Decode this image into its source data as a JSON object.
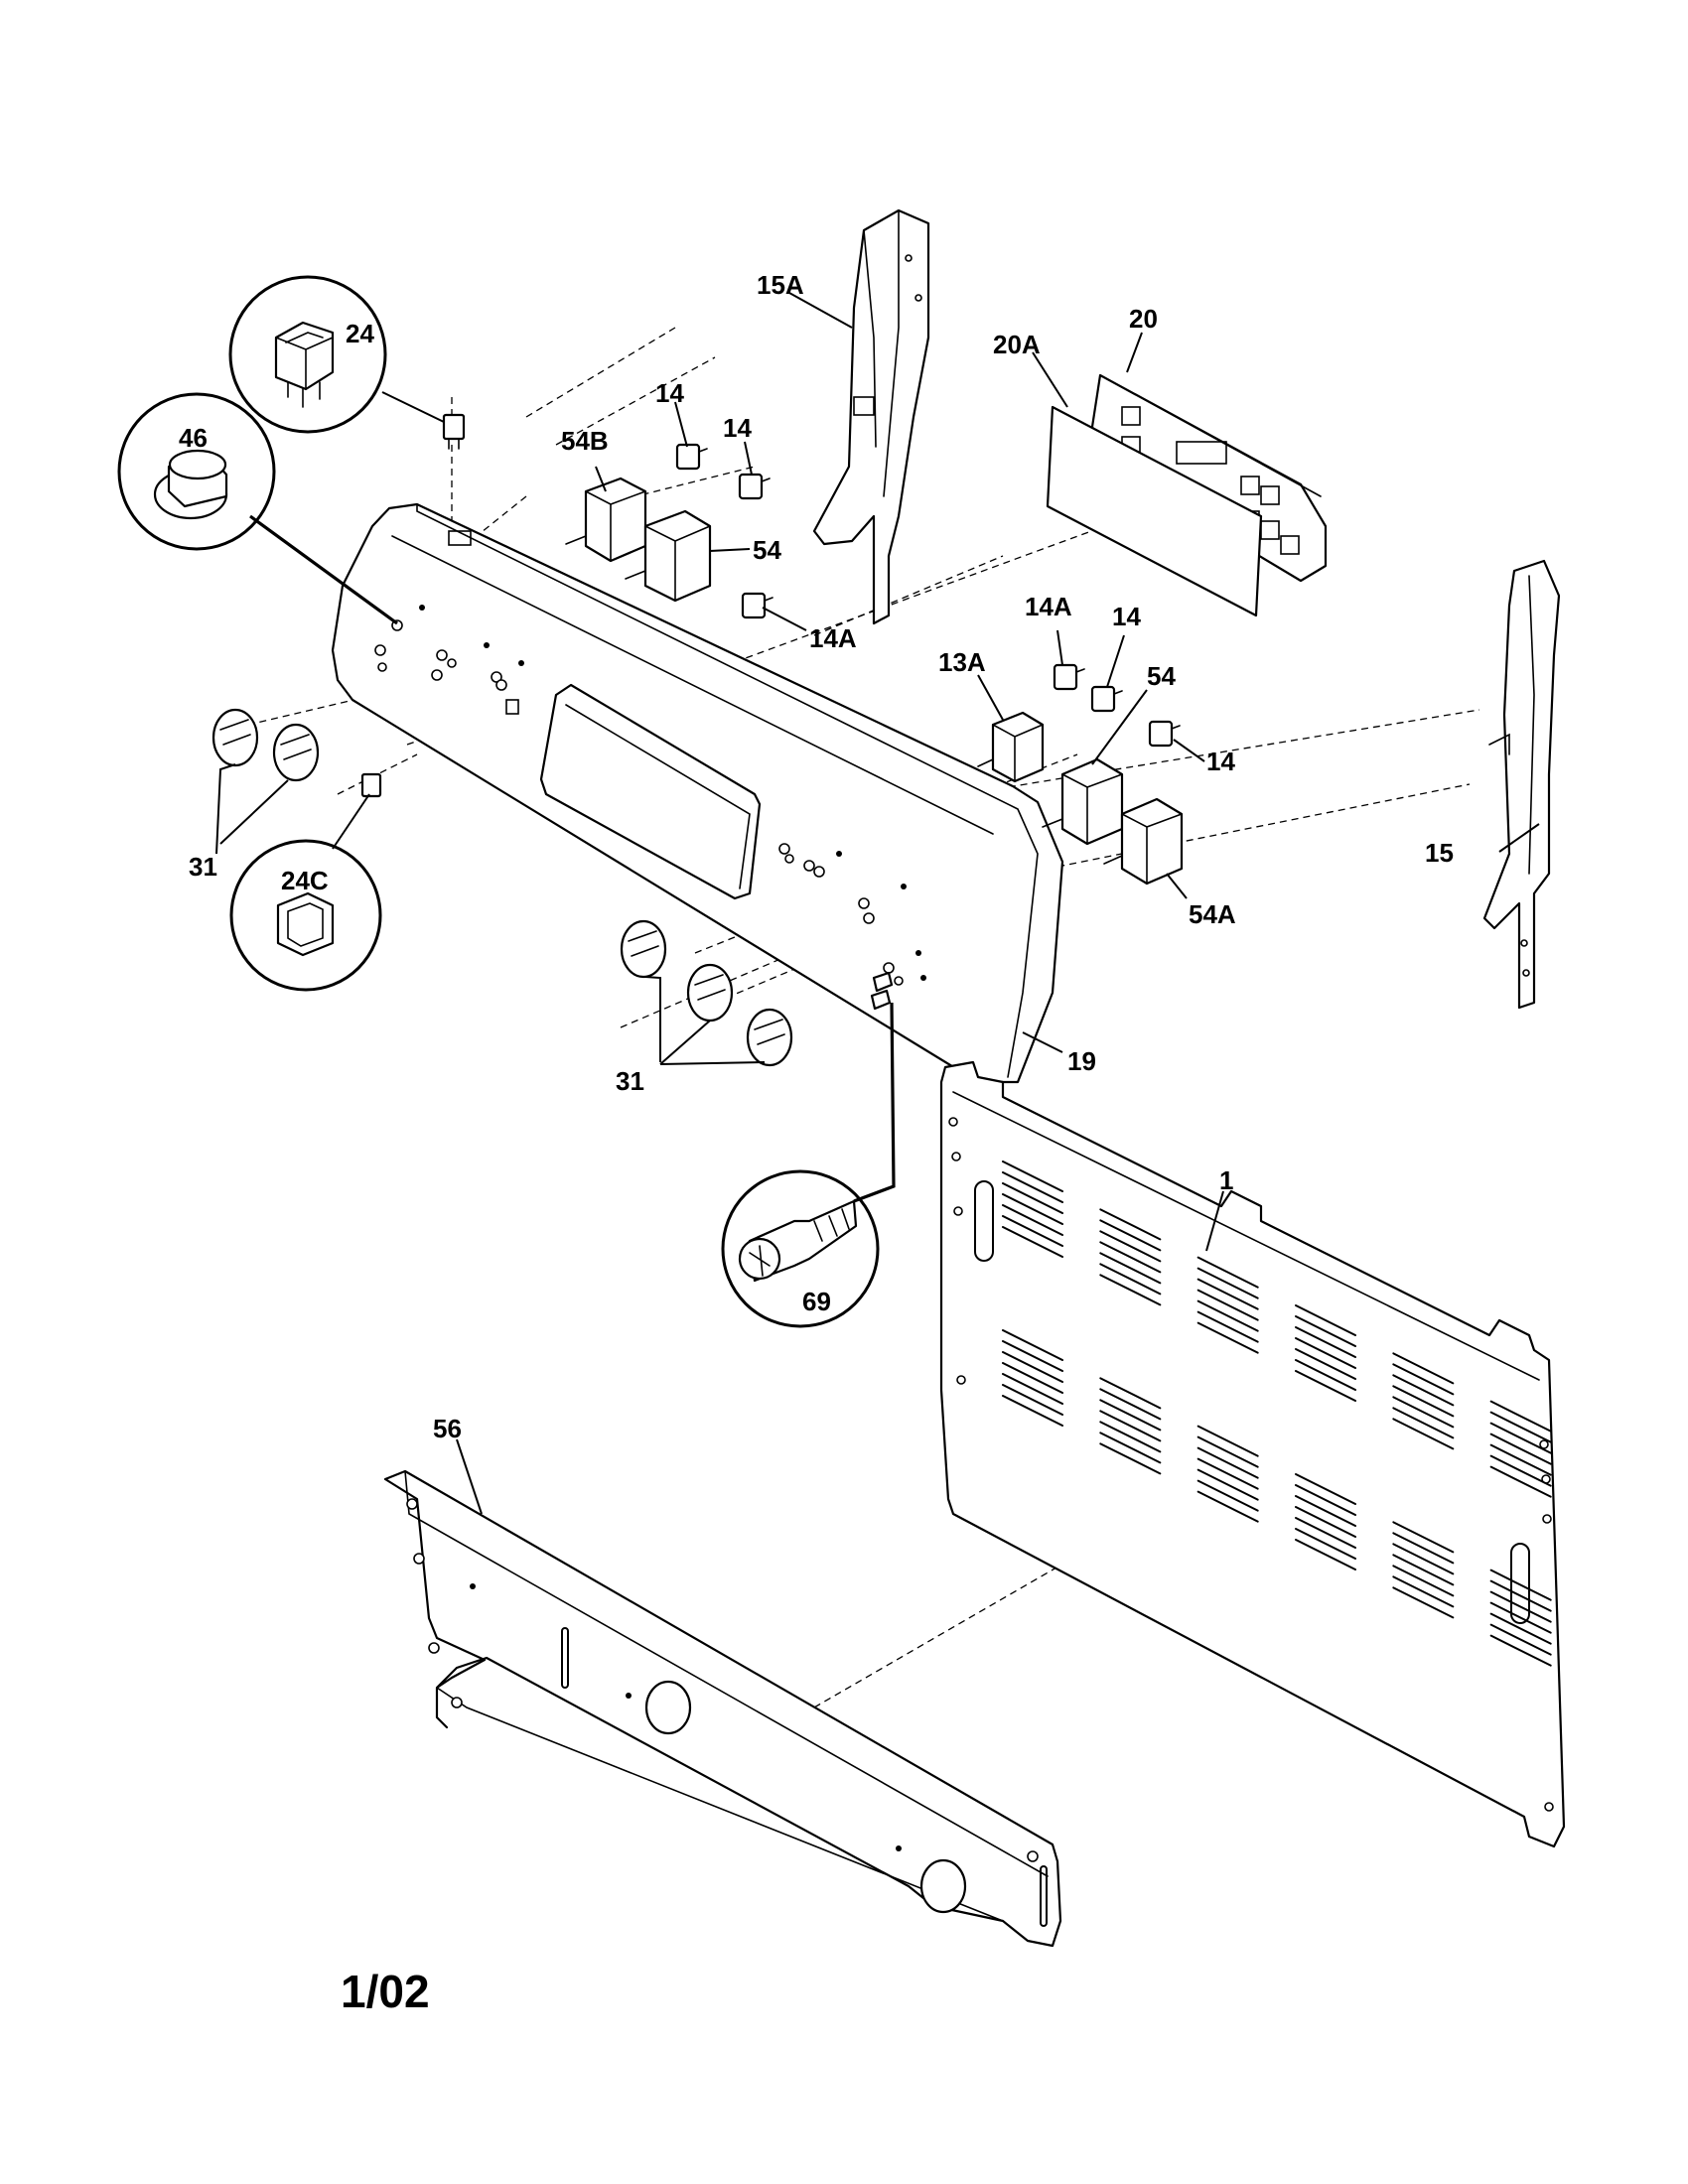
{
  "labels": {
    "p15A": "15A",
    "p20": "20",
    "p20A": "20A",
    "p24": "24",
    "p46": "46",
    "p14a": "14",
    "p14b": "14",
    "p54B": "54B",
    "p54a": "54",
    "p14A_upper": "14A",
    "p14A_right": "14A",
    "p14_right": "14",
    "p13A": "13A",
    "p54_right": "54",
    "p14_far": "14",
    "p15": "15",
    "p31_left": "31",
    "p24C": "24C",
    "p54A": "54A",
    "p19": "19",
    "p31_bottom": "31",
    "p1": "1",
    "p69": "69",
    "p56": "56"
  },
  "revision": "1/02",
  "colors": {
    "line": "#000000",
    "background": "#ffffff"
  }
}
